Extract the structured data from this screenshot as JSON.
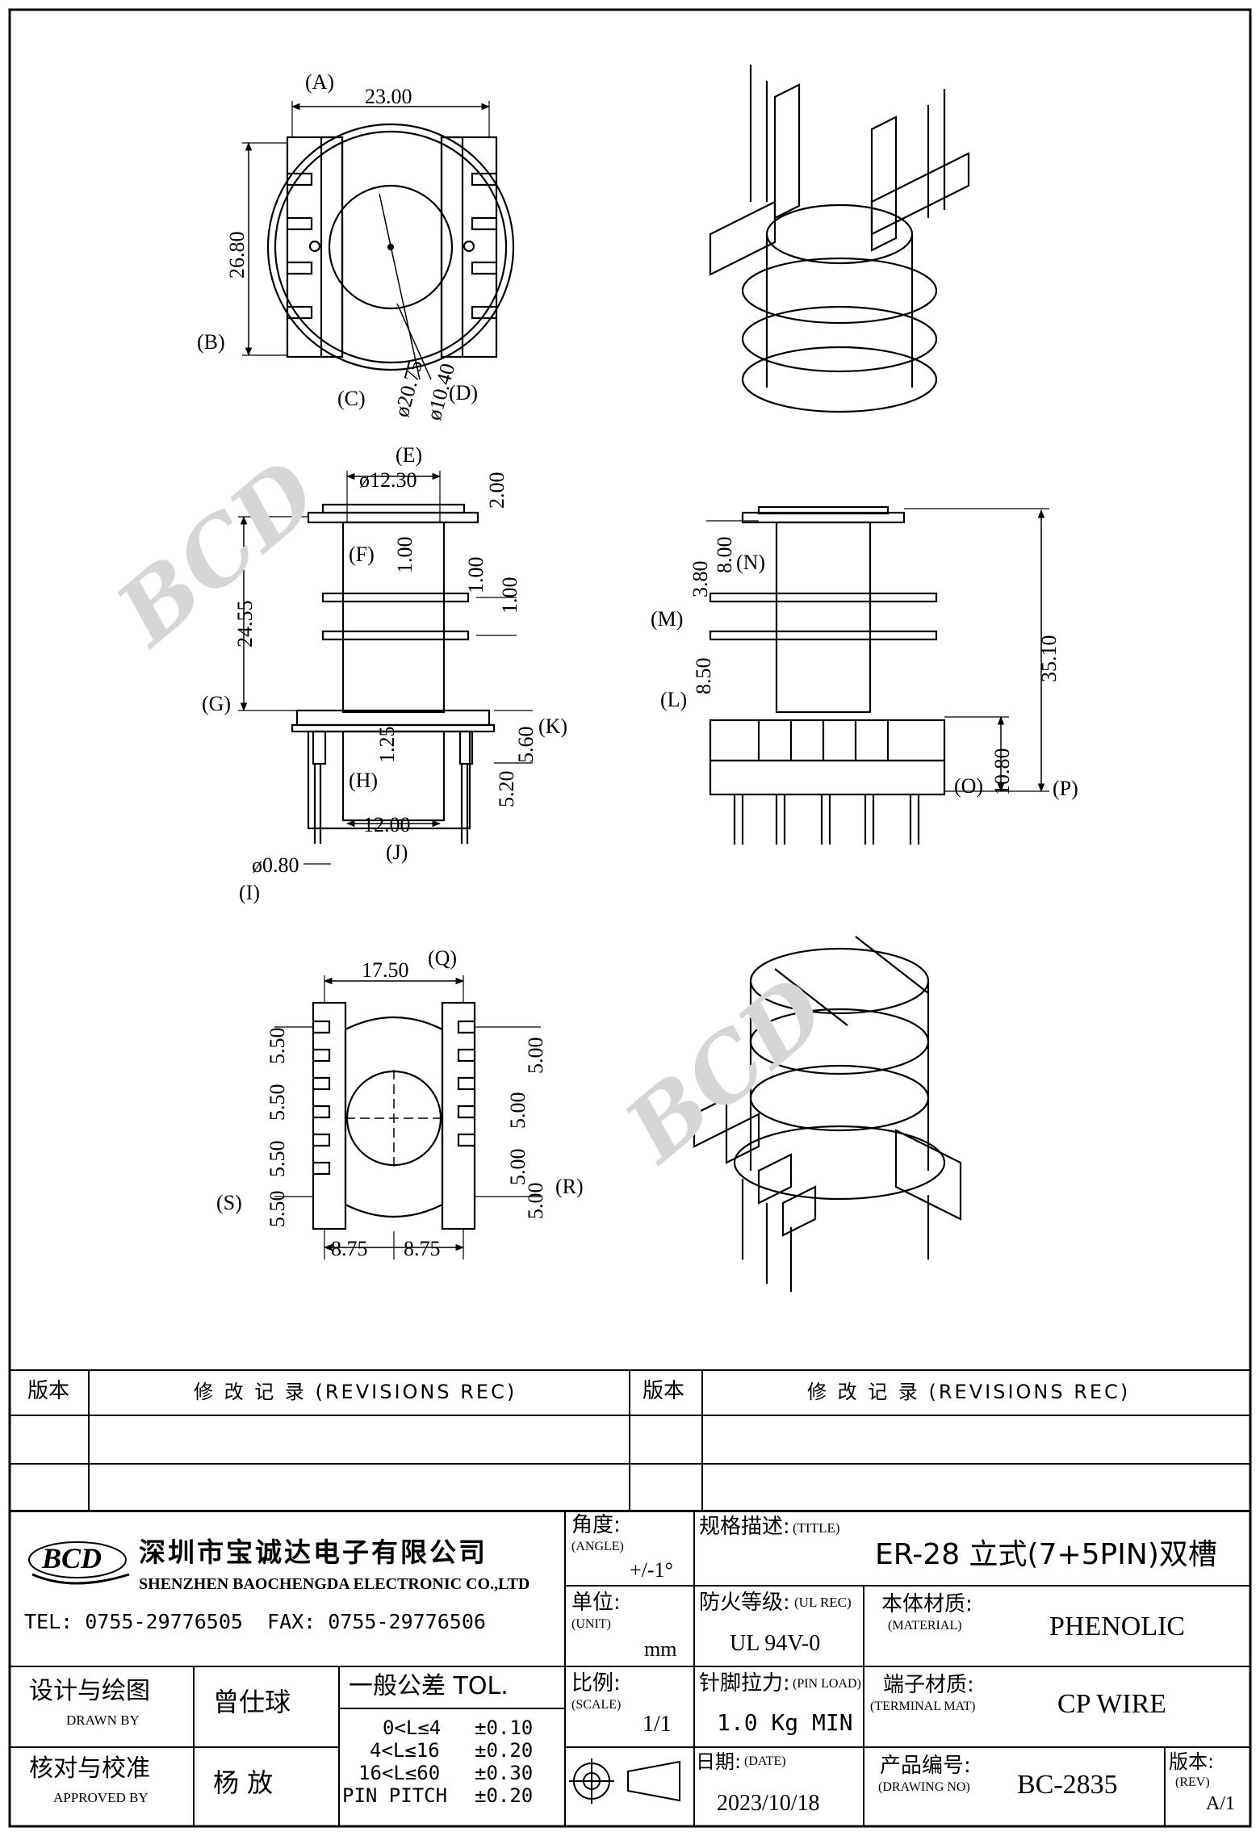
{
  "drawing": {
    "top_view": {
      "callouts": [
        "(A)",
        "(B)",
        "(C)",
        "(D)"
      ],
      "dims": [
        "23.00",
        "26.80",
        "ø20.75",
        "ø10.40"
      ]
    },
    "front_view": {
      "callouts": [
        "(E)",
        "(F)",
        "(G)",
        "(H)",
        "(I)",
        "(J)",
        "(K)"
      ],
      "dims": [
        "ø12.30",
        "2.00",
        "1.00",
        "1.00",
        "1.00",
        "24.55",
        "1.25",
        "5.60",
        "5.20",
        "12.00",
        "ø0.80"
      ]
    },
    "side_view": {
      "callouts": [
        "(N)",
        "(M)",
        "(L)",
        "(O)",
        "(P)"
      ],
      "dims": [
        "8.00",
        "3.80",
        "8.50",
        "35.10",
        "10.80"
      ]
    },
    "bottom_view": {
      "callouts": [
        "(Q)",
        "(R)",
        "(S)"
      ],
      "dims": [
        "17.50",
        "5.50",
        "5.50",
        "5.50",
        "5.50",
        "5.00",
        "5.00",
        "5.00",
        "5.00",
        "8.75",
        "8.75"
      ]
    }
  },
  "revisions": {
    "left_version_header": "版本",
    "left_record_header": "修 改 记 录 (REVISIONS REC)",
    "right_version_header": "版本",
    "right_record_header": "修 改 记 录 (REVISIONS REC)"
  },
  "company": {
    "logo_text": "BCD",
    "name_cn": "深圳市宝诚达电子有限公司",
    "name_en": "SHENZHEN BAOCHENGDA ELECTRONIC CO.,LTD",
    "contact": "TEL: 0755-29776505  FAX: 0755-29776506"
  },
  "titleblock": {
    "angle_label": "角度:",
    "angle_label_en": "(ANGLE)",
    "angle_value": "+/-1°",
    "title_label": "规格描述:",
    "title_label_en": "(TITLE)",
    "title_value": "ER-28 立式(7+5PIN)双槽",
    "unit_label": "单位:",
    "unit_label_en": "(UNIT)",
    "unit_value": "mm",
    "ul_label": "防火等级:",
    "ul_label_en": "(UL REC)",
    "ul_value": "UL 94V-0",
    "material_label": "本体材质:",
    "material_label_en": "(MATERIAL)",
    "material_value": "PHENOLIC",
    "drawn_label": "设计与绘图",
    "drawn_label_en": "DRAWN BY",
    "drawn_value": "曾仕球",
    "approved_label": "核对与校准",
    "approved_label_en": "APPROVED BY",
    "approved_value": "杨 放",
    "tol_header": "一般公差 TOL.",
    "tol_rows": [
      {
        "range": "0<L≤4",
        "value": "±0.10"
      },
      {
        "range": "4<L≤16",
        "value": "±0.20"
      },
      {
        "range": "16<L≤60",
        "value": "±0.30"
      },
      {
        "range": "PIN PITCH",
        "value": "±0.20"
      }
    ],
    "scale_label": "比例:",
    "scale_label_en": "(SCALE)",
    "scale_value": "1/1",
    "pinload_label": "针脚拉力:",
    "pinload_label_en": "(PIN LOAD)",
    "pinload_value": "1.0 Kg MIN",
    "terminal_label": "端子材质:",
    "terminal_label_en": "(TERMINAL MAT)",
    "terminal_value": "CP WIRE",
    "date_label": "日期:",
    "date_label_en": "(DATE)",
    "date_value": "2023/10/18",
    "drawing_no_label": "产品编号:",
    "drawing_no_label_en": "(DRAWING NO)",
    "drawing_no_value": "BC-2835",
    "rev_label": "版本:",
    "rev_label_en": "(REV)",
    "rev_value": "A/1"
  }
}
